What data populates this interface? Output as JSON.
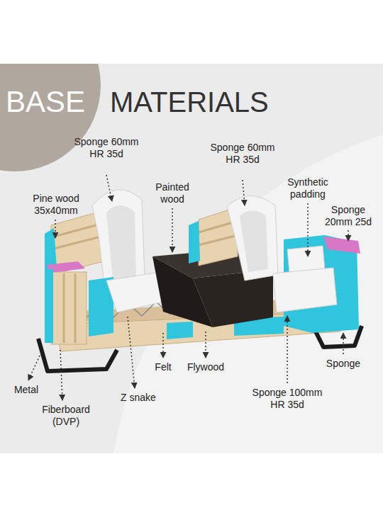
{
  "diagram": {
    "title": "MATERIALS",
    "nodes": [
      {
        "text": [
          "BASE"
        ]
      }
    ],
    "labels": [
      "Sponge 60mm HR 35d",
      "Sponge 60mm HR 35d",
      "Pine wood 35x40mm",
      "Painted wood",
      "Synthetic padding",
      "Sponge 20mm 25d",
      "Felt",
      "Flywood",
      "Metal",
      "Z snake",
      "Fiberboard (DVP)",
      "Sponge 100mm HR 35d",
      "Sponge"
    ]
  }
}
